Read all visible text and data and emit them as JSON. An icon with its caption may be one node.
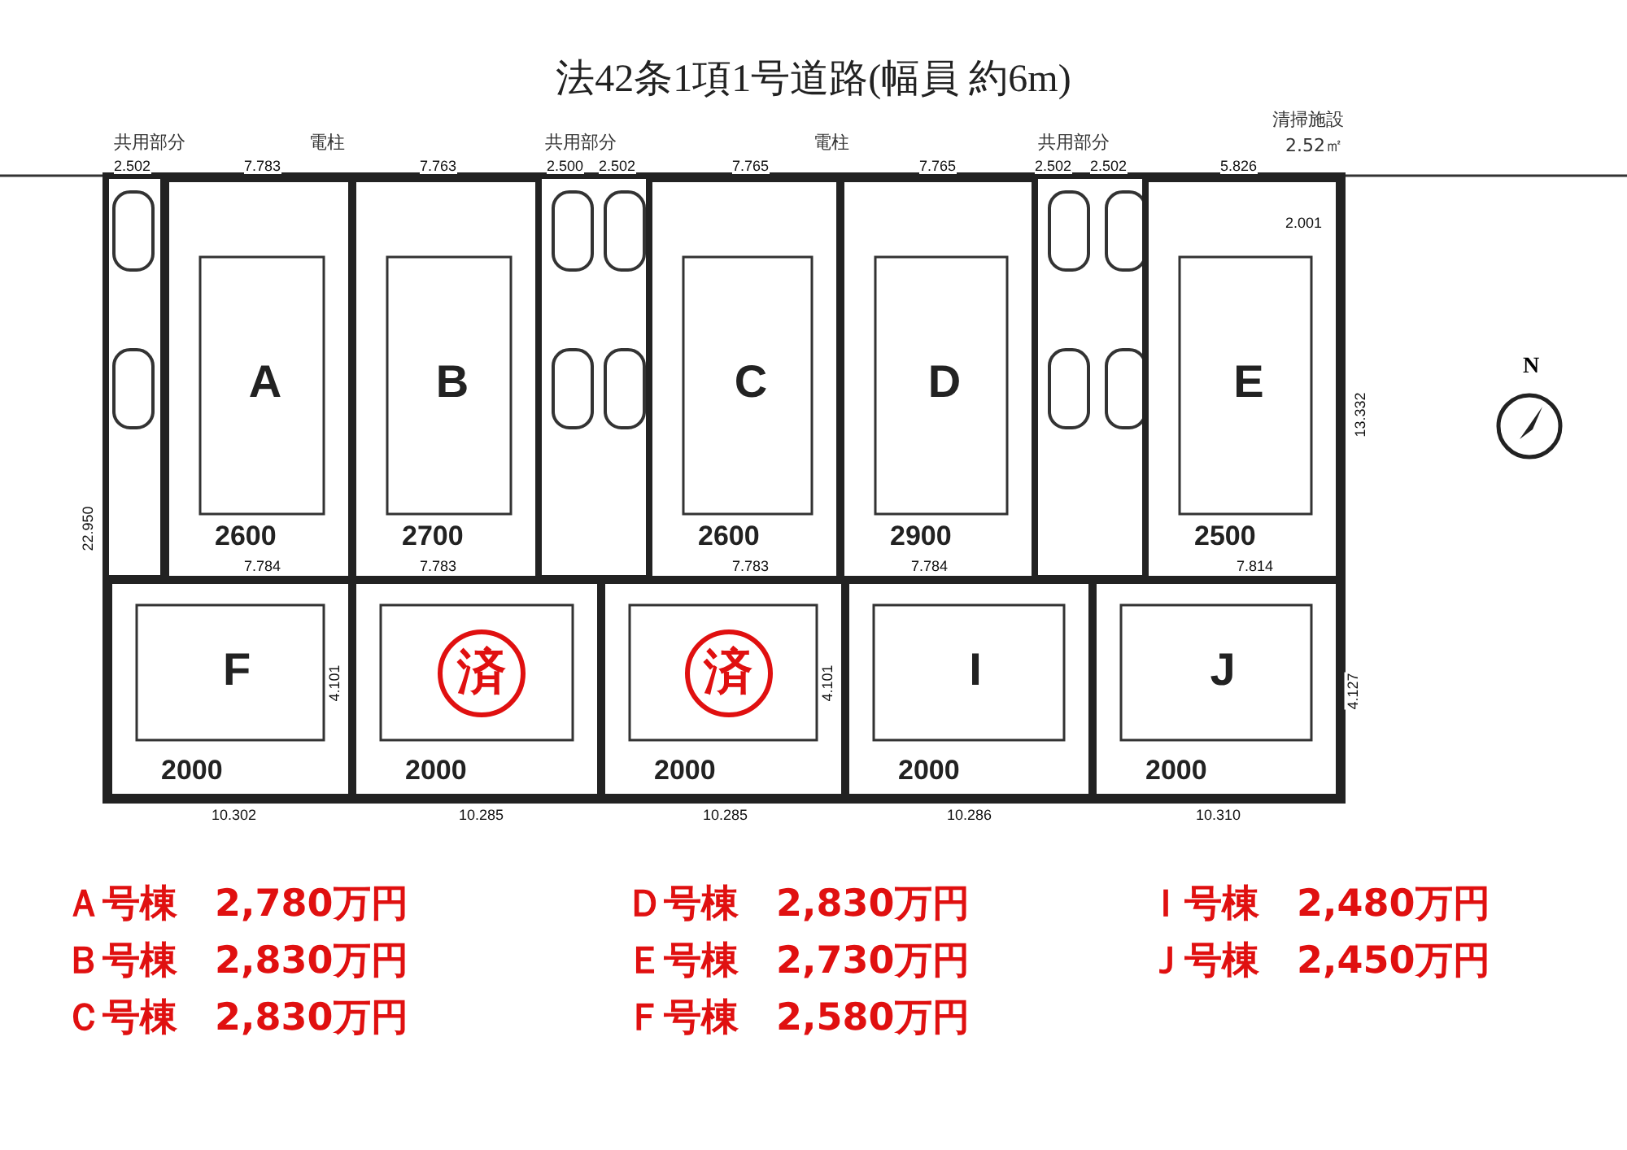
{
  "diagram": {
    "title": "法42条1項1号道路(幅員 約6m)",
    "nodes": [
      {
        "text": [
          "A",
          "2600"
        ]
      },
      {
        "text": [
          "B",
          "2700"
        ]
      },
      {
        "text": [
          "C",
          "2600"
        ]
      },
      {
        "text": [
          "D",
          "2900"
        ]
      },
      {
        "text": [
          "E",
          "2500"
        ]
      },
      {
        "text": [
          "F",
          "2000"
        ]
      },
      {
        "text": [
          "済",
          "2000"
        ]
      },
      {
        "text": [
          "済",
          "2000"
        ]
      },
      {
        "text": [
          "I",
          "2000"
        ]
      },
      {
        "text": [
          "J",
          "2000"
        ]
      }
    ],
    "edges": [],
    "labels": [
      "共用部分",
      "電柱",
      "共用部分",
      "電柱",
      "共用部分",
      "清掃施設",
      "2.52㎡",
      "2.502",
      "7.783",
      "7.763",
      "2.500",
      "2.502",
      "7.765",
      "7.765",
      "2.502",
      "2.502",
      "5.826",
      "2.001",
      "22.950",
      "13.332",
      "7.784",
      "7.783",
      "7.783",
      "7.784",
      "7.814",
      "10.302",
      "10.285",
      "10.285",
      "10.286",
      "10.310",
      "4.101",
      "4.101",
      "4.127",
      "N",
      "Ａ号棟　2,780万円",
      "Ｄ号棟　2,830万円",
      "Ｉ号棟　2,480万円",
      "Ｂ号棟　2,830万円",
      "Ｅ号棟　2,730万円",
      "Ｊ号棟　2,450万円",
      "Ｃ号棟　2,830万円",
      "Ｆ号棟　2,580万円"
    ]
  }
}
